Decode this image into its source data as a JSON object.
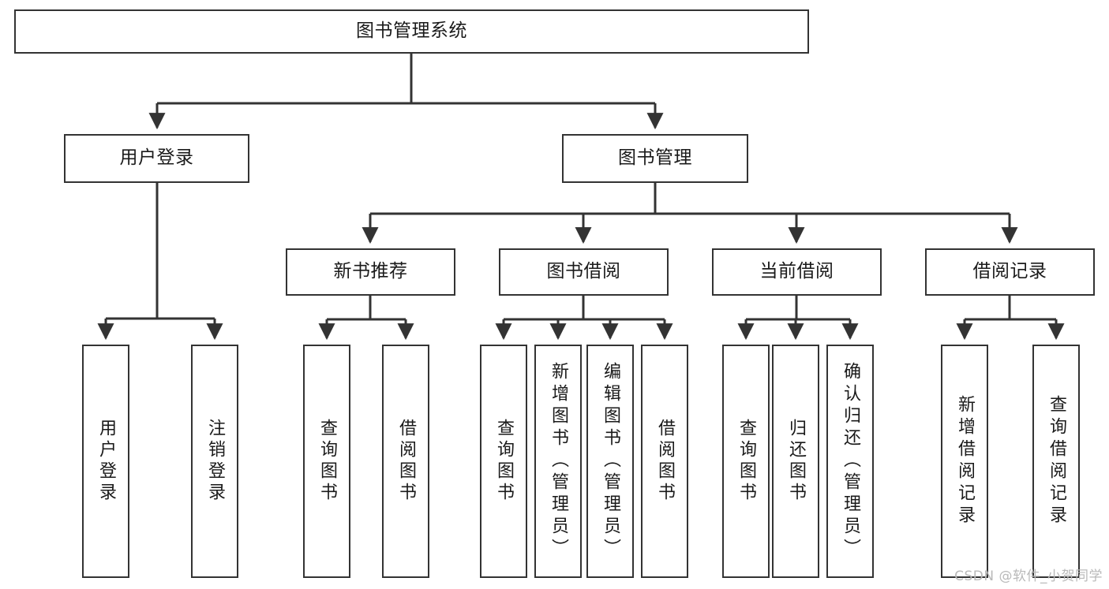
{
  "diagram": {
    "type": "tree-hierarchy",
    "title": "图书管理系统",
    "watermark": "CSDN @软件_小贺同学",
    "colors": {
      "stroke": "#333333",
      "fill": "#ffffff",
      "text": "#1a1a1a",
      "watermark": "#b9b9b9"
    },
    "nodes": {
      "root": {
        "label": "图书管理系统",
        "level": 1,
        "orientation": "horizontal"
      },
      "l2": [
        {
          "id": "user-login",
          "label": "用户登录",
          "level": 2,
          "orientation": "horizontal"
        },
        {
          "id": "book-manage",
          "label": "图书管理",
          "level": 2,
          "orientation": "horizontal"
        }
      ],
      "l3": [
        {
          "id": "new-book-recommend",
          "label": "新书推荐",
          "level": 3,
          "orientation": "horizontal"
        },
        {
          "id": "book-borrow",
          "label": "图书借阅",
          "level": 3,
          "orientation": "horizontal"
        },
        {
          "id": "current-borrow",
          "label": "当前借阅",
          "level": 3,
          "orientation": "horizontal"
        },
        {
          "id": "borrow-record",
          "label": "借阅记录",
          "level": 3,
          "orientation": "horizontal"
        }
      ],
      "leaves": [
        {
          "id": "leaf-user-login",
          "label": "用户登录",
          "parent": "user-login",
          "orientation": "vertical"
        },
        {
          "id": "leaf-logout",
          "label": "注销登录",
          "parent": "user-login",
          "orientation": "vertical"
        },
        {
          "id": "leaf-query-book-1",
          "label": "查询图书",
          "parent": "new-book-recommend",
          "orientation": "vertical"
        },
        {
          "id": "leaf-borrow-book-1",
          "label": "借阅图书",
          "parent": "new-book-recommend",
          "orientation": "vertical"
        },
        {
          "id": "leaf-query-book-2",
          "label": "查询图书",
          "parent": "book-borrow",
          "orientation": "vertical"
        },
        {
          "id": "leaf-add-book",
          "label": "新增图书（管理员）",
          "parent": "book-borrow",
          "orientation": "vertical"
        },
        {
          "id": "leaf-edit-book",
          "label": "编辑图书（管理员）",
          "parent": "book-borrow",
          "orientation": "vertical"
        },
        {
          "id": "leaf-borrow-book-2",
          "label": "借阅图书",
          "parent": "book-borrow",
          "orientation": "vertical"
        },
        {
          "id": "leaf-query-book-3",
          "label": "查询图书",
          "parent": "current-borrow",
          "orientation": "vertical"
        },
        {
          "id": "leaf-return-book",
          "label": "归还图书",
          "parent": "current-borrow",
          "orientation": "vertical"
        },
        {
          "id": "leaf-confirm-return",
          "label": "确认归还（管理员）",
          "parent": "current-borrow",
          "orientation": "vertical"
        },
        {
          "id": "leaf-add-record",
          "label": "新增借阅记录",
          "parent": "borrow-record",
          "orientation": "vertical"
        },
        {
          "id": "leaf-query-record",
          "label": "查询借阅记录",
          "parent": "borrow-record",
          "orientation": "vertical"
        }
      ]
    }
  }
}
